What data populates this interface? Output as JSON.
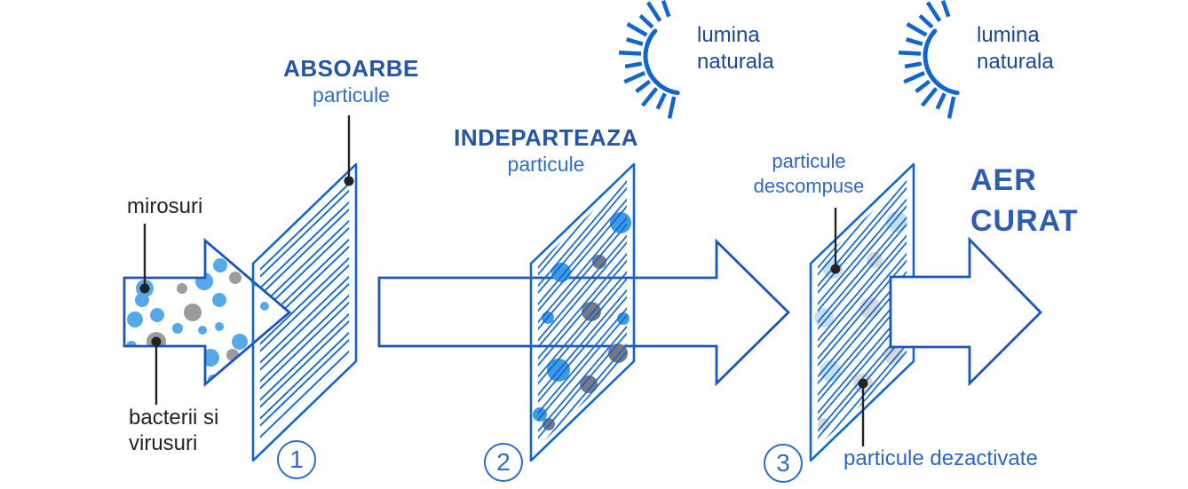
{
  "colors": {
    "filter_blue": "#1166d4",
    "arrow_blue": "#1b55c0",
    "sun_blue": "#1065cf",
    "title_blue": "#2355a8",
    "subtitle_blue": "#2e6ed2",
    "light_text": "#1a4796",
    "label_blue": "#2d67c8",
    "clean_air_blue": "#2c5cb4",
    "step_blue": "#2e6cc8",
    "dark_text": "#232323",
    "particle_blue": "#55a9e8",
    "particle_gray": "#9c9c9c",
    "particle_blue_bright": "#3d9be4",
    "particle_gray_dark": "#7a7a7a",
    "particle_blue_faded": "#c8e0f6",
    "particle_gray_faded": "#d9d9d9"
  },
  "labels": {
    "odors": "mirosuri",
    "bacteria_viruses": "bacterii si\nvirusuri",
    "stage1_title": "ABSOARBE",
    "stage1_subtitle": "particule",
    "stage2_title": "INDEPARTEAZA",
    "stage2_subtitle": "particule",
    "natural_light": "lumina\nnaturala",
    "decomposed_particles": "particule\ndescompuse",
    "deactivated_particles": "particule dezactivate",
    "clean_air": "AER\nCURAT"
  },
  "steps": [
    "1",
    "2",
    "3"
  ]
}
